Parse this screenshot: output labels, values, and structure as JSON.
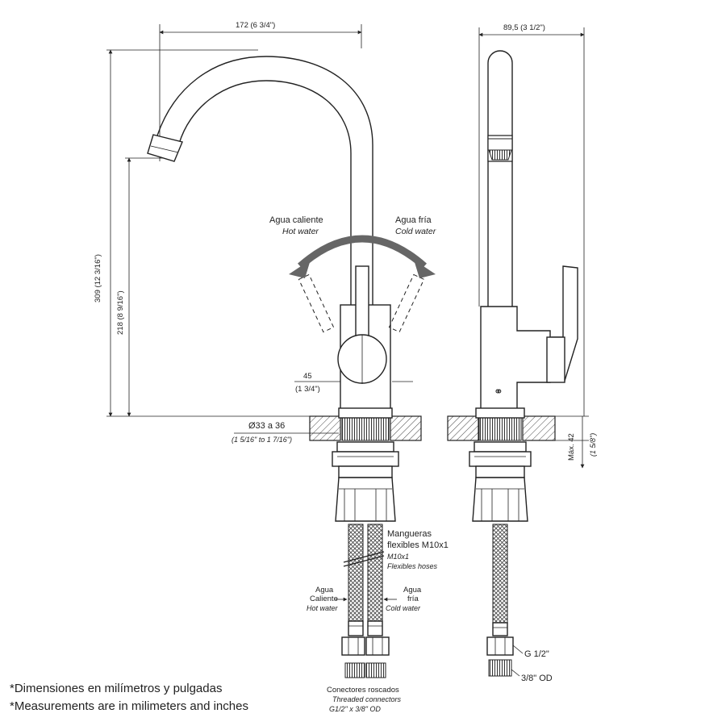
{
  "dimensions": {
    "width_front": "172 (6 3/4\")",
    "width_side": "89,5 (3 1/2\")",
    "height_total": "309 (12 3/16\")",
    "height_spout": "218 (8 9/16\")",
    "handle_mm": "45",
    "handle_in": "(1 3/4\")",
    "hole_mm": "Ø33 a 36",
    "hole_in": "(1 5/16\" to 1 7/16\")",
    "counter_mm": "Máx. 42",
    "counter_in": "(1 5/8\")"
  },
  "labels": {
    "hot_es": "Agua caliente",
    "hot_en": "Hot water",
    "cold_es": "Agua fría",
    "cold_en": "Cold water",
    "hoses_es_1": "Mangueras",
    "hoses_es_2": "flexibles M10x1",
    "hoses_en_1": "M10x1",
    "hoses_en_2": "Flexibles hoses",
    "hose_hot_es_1": "Agua",
    "hose_hot_es_2": "Caliente",
    "hose_hot_en": "Hot water",
    "hose_cold_es_1": "Agua",
    "hose_cold_es_2": "fría",
    "hose_cold_en": "Cold water",
    "connectors_es": "Conectores roscados",
    "connectors_en_1": "Threaded connectors",
    "connectors_en_2": "G1/2\" x 3/8\" OD",
    "thread_g": "G 1/2\"",
    "thread_od": "3/8\" OD"
  },
  "notes": {
    "es": "*Dimensiones en milímetros y pulgadas",
    "en": "*Measurements are in milimeters and inches"
  }
}
